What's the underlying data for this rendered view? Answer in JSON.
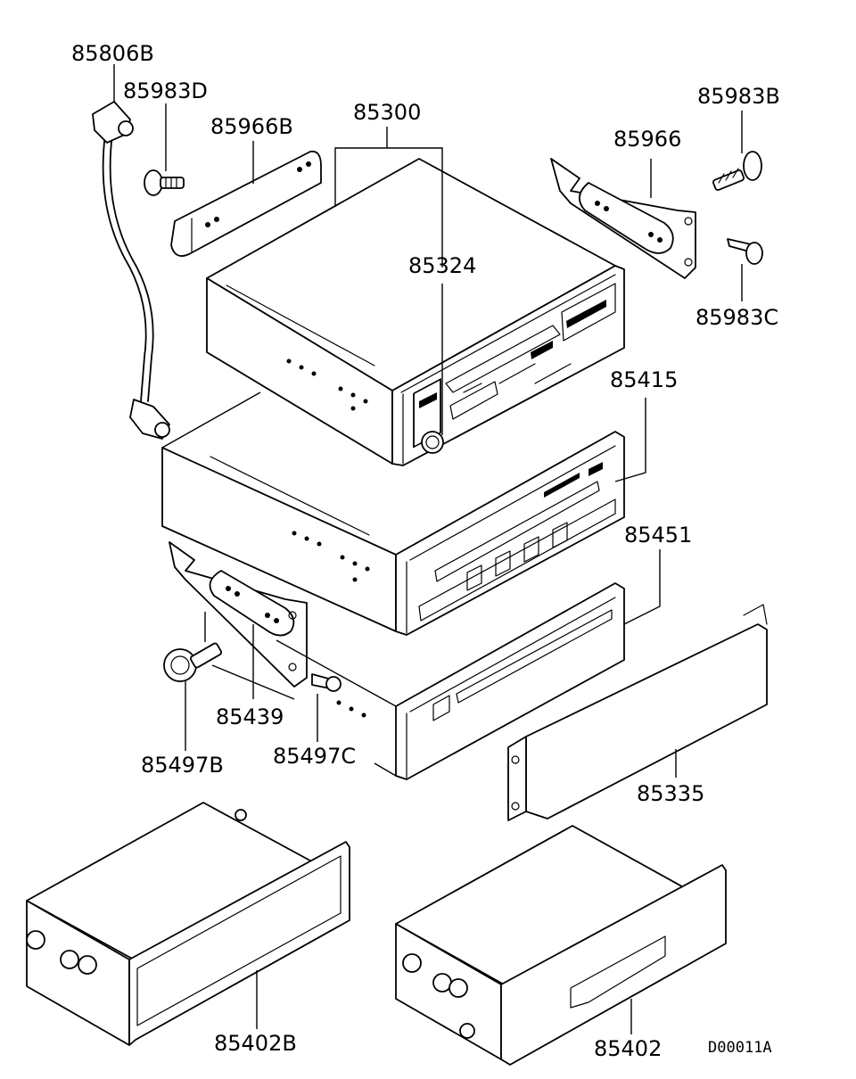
{
  "parts": {
    "p85806B": "85806B",
    "p85983D": "85983D",
    "p85966B": "85966B",
    "p85300": "85300",
    "p85324": "85324",
    "p85966": "85966",
    "p85983B": "85983B",
    "p85983C": "85983C",
    "p85415": "85415",
    "p85451": "85451",
    "p85439": "85439",
    "p85497B": "85497B",
    "p85497C": "85497C",
    "p85335": "85335",
    "p85402B": "85402B",
    "p85402": "85402"
  },
  "diagram_code": "D00011A"
}
